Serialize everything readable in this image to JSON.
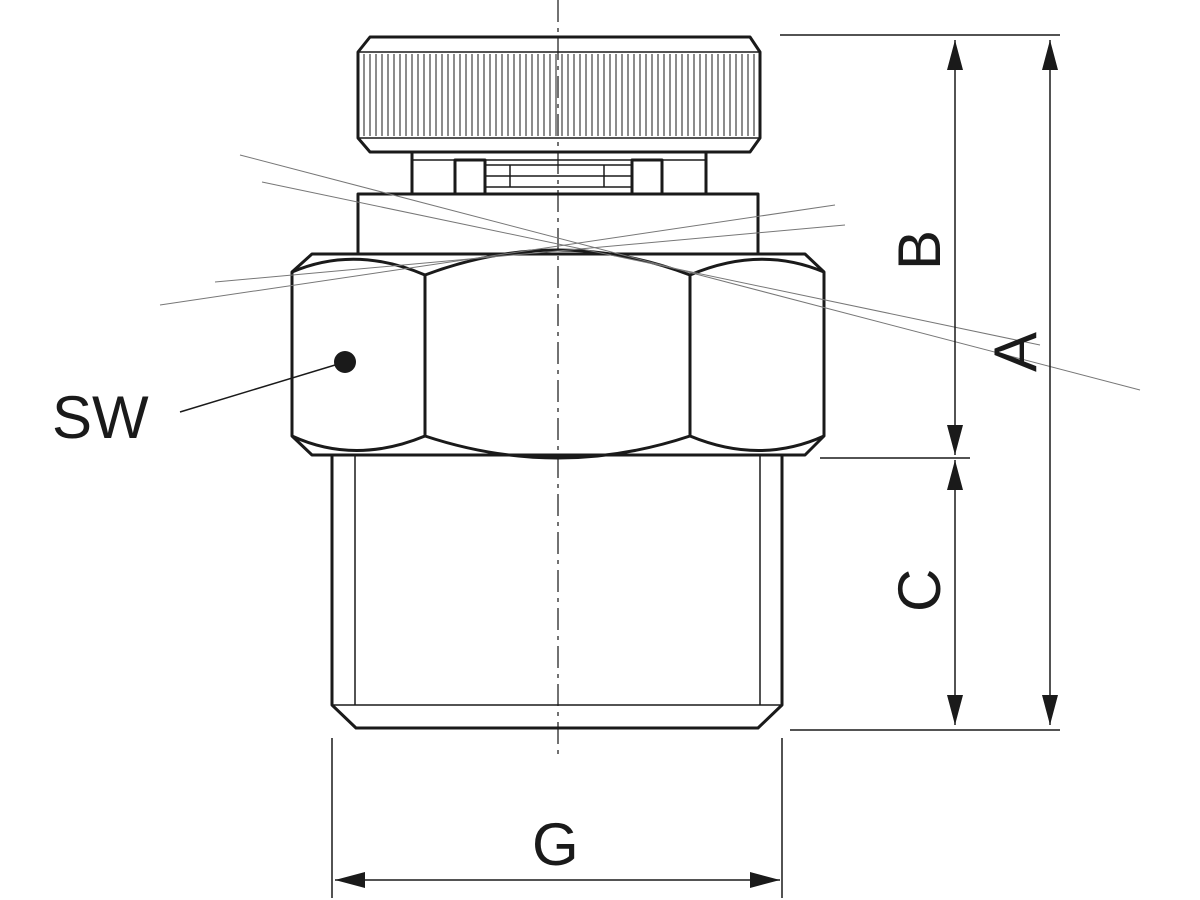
{
  "labels": {
    "sw": "SW",
    "a": "A",
    "b": "B",
    "c": "C",
    "g": "G"
  }
}
